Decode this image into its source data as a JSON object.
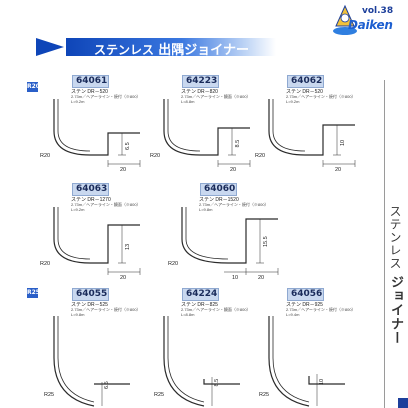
{
  "header": {
    "vol": "vol.38",
    "brand": "Daiken"
  },
  "title": {
    "prefix": "ステンレス",
    "main": "出隅ジョイナー"
  },
  "side_title": {
    "prefix": "ステンレス",
    "main": "ジョイナー"
  },
  "sections": [
    {
      "label": "R20"
    },
    {
      "label": "R25"
    }
  ],
  "products": [
    {
      "code": "64061",
      "line1": "ステン DR－520",
      "line2": "2.73m／ヘアーライン・焼付（※800）",
      "line3": "L=9.2m",
      "radius": "R20",
      "dim_h": "6.5",
      "dim_w": "20",
      "dim_w2": "20"
    },
    {
      "code": "64223",
      "line1": "ステン DR－820",
      "line2": "2.73m／ヘアーライン・鏡面（※800）",
      "line3": "L=8.8m",
      "radius": "R20",
      "dim_h": "8.5",
      "dim_w": "20",
      "dim_w2": "20"
    },
    {
      "code": "64062",
      "line1": "ステン DR－520",
      "line2": "2.73m／ヘアーライン・焼付（※800）",
      "line3": "L=9.2m",
      "radius": "R20",
      "dim_h": "10",
      "dim_w": "20",
      "dim_w2": "20"
    },
    {
      "code": "64063",
      "line1": "ステン DR－1270",
      "line2": "2.73m／ヘアーライン・鏡面（※800）",
      "line3": "L=9.2m",
      "radius": "R20",
      "dim_h": "13",
      "dim_w": "20",
      "dim_w2": "20"
    },
    {
      "code": "64060",
      "line1": "ステン DR－1520",
      "line2": "2.73m／ヘアーライン・焼付（※800）",
      "line3": "L=9.8m",
      "radius": "R20",
      "dim_h": "15.5",
      "dim_w": "10",
      "dim_w2": "20"
    },
    {
      "code": "64055",
      "line1": "ステン DR－525",
      "line2": "2.73m／ヘアーライン・焼付（※800）",
      "line3": "L=9.8m",
      "radius": "R25",
      "dim_h": "6.5",
      "dim_w": "",
      "dim_w2": ""
    },
    {
      "code": "64224",
      "line1": "ステン DR－825",
      "line2": "2.73m／ヘアーライン・鏡面（※800）",
      "line3": "L=8.8m",
      "radius": "R25",
      "dim_h": "8.5",
      "dim_w": "",
      "dim_w2": ""
    },
    {
      "code": "64056",
      "line1": "ステン DR－925",
      "line2": "2.73m／ヘアーライン・焼付（※800）",
      "line3": "L=9.4m",
      "radius": "R25",
      "dim_h": "10",
      "dim_w": "",
      "dim_w2": ""
    }
  ],
  "colors": {
    "accent": "#0e45b8",
    "code_bg": "#c9d8ef",
    "section": "#2a5fc8"
  }
}
